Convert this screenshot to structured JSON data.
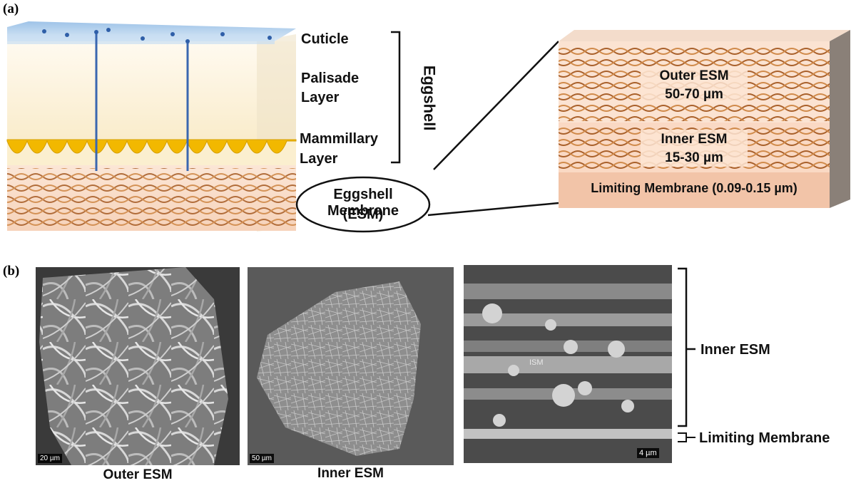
{
  "panel_a": {
    "tag": "(a)",
    "labels": {
      "cuticle": "Cuticle",
      "palisade_1": "Palisade",
      "palisade_2": "Layer",
      "mammillary_1": "Mammillary",
      "mammillary_2": "Layer",
      "eggshell": "Eggshell",
      "esm_1": "Eggshell Membrane",
      "esm_2": "(ESM)"
    },
    "zoom": {
      "outer_1": "Outer ESM",
      "outer_2": "50-70 µm",
      "inner_1": "Inner ESM",
      "inner_2": "15-30 µm",
      "limiting": "Limiting Membrane (0.09-0.15 µm)"
    }
  },
  "panel_b": {
    "tag": "(b)",
    "outer_caption": "Outer ESM",
    "inner_caption": "Inner ESM",
    "outer_scale": "20 µm",
    "inner_scale": "50 µm",
    "cross_scale": "4 µm",
    "ism_text": "ISM",
    "bracket_inner": "Inner ESM",
    "bracket_limiting": "Limiting Membrane"
  },
  "colors": {
    "cuticle": "#bcd6f0",
    "palisade": "#fbf2dc",
    "mammillary": "#f2b800",
    "membrane_fiber": "#b5682e",
    "pore": "#3a67b0"
  }
}
